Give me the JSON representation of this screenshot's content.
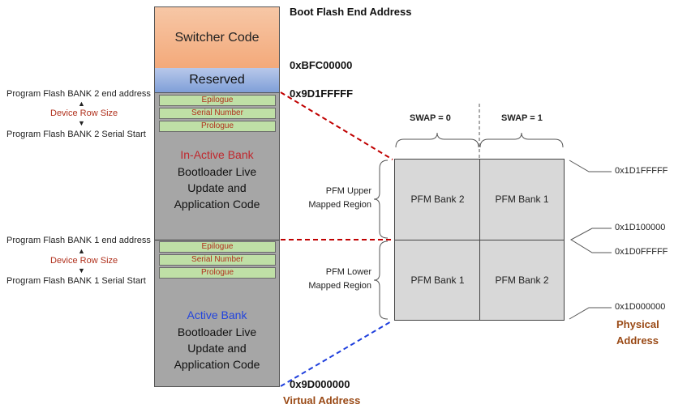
{
  "memory_column": {
    "switcher_code": "Switcher Code",
    "reserved": "Reserved",
    "bank2_rows": [
      "Epilogue",
      "Serial Number",
      "Prologue"
    ],
    "bank1_rows": [
      "Epilogue",
      "Serial Number",
      "Prologue"
    ],
    "inactive_bank": {
      "title": "In-Active Bank",
      "line1": "Bootloader Live",
      "line2": "Update and",
      "line3": "Application Code"
    },
    "active_bank": {
      "title": "Active Bank",
      "line1": "Bootloader Live",
      "line2": "Update and",
      "line3": "Application Code"
    }
  },
  "left_labels": {
    "bank2_end": "Program Flash BANK 2 end address",
    "bank2_row_size": "Device Row Size",
    "bank2_serial_start": "Program Flash BANK 2 Serial Start",
    "bank1_end": "Program Flash BANK 1 end address",
    "bank1_row_size": "Device Row Size",
    "bank1_serial_start": "Program Flash BANK 1 Serial Start"
  },
  "virtual_addresses": {
    "boot_flash_end": "Boot Flash End Address",
    "bfc": "0xBFC00000",
    "top": "0x9D1FFFFF",
    "bottom": "0x9D000000",
    "caption": "Virtual  Address"
  },
  "pfm": {
    "swap0": "SWAP = 0",
    "swap1": "SWAP = 1",
    "upper_region": [
      "PFM Upper",
      "Mapped Region"
    ],
    "lower_region": [
      "PFM Lower",
      "Mapped Region"
    ],
    "cells": {
      "upper_swap0": "PFM Bank 2",
      "upper_swap1": "PFM Bank 1",
      "lower_swap0": "PFM Bank 1",
      "lower_swap1": "PFM Bank 2"
    },
    "physical_addresses": [
      "0x1D1FFFFF",
      "0x1D100000",
      "0x1D0FFFFF",
      "0x1D000000"
    ],
    "physical_caption": [
      "Physical",
      "Address"
    ]
  },
  "colors": {
    "red_dashed": "#c00000",
    "blue_dashed": "#1f3fdd",
    "brown_caption": "#9a4a16"
  }
}
